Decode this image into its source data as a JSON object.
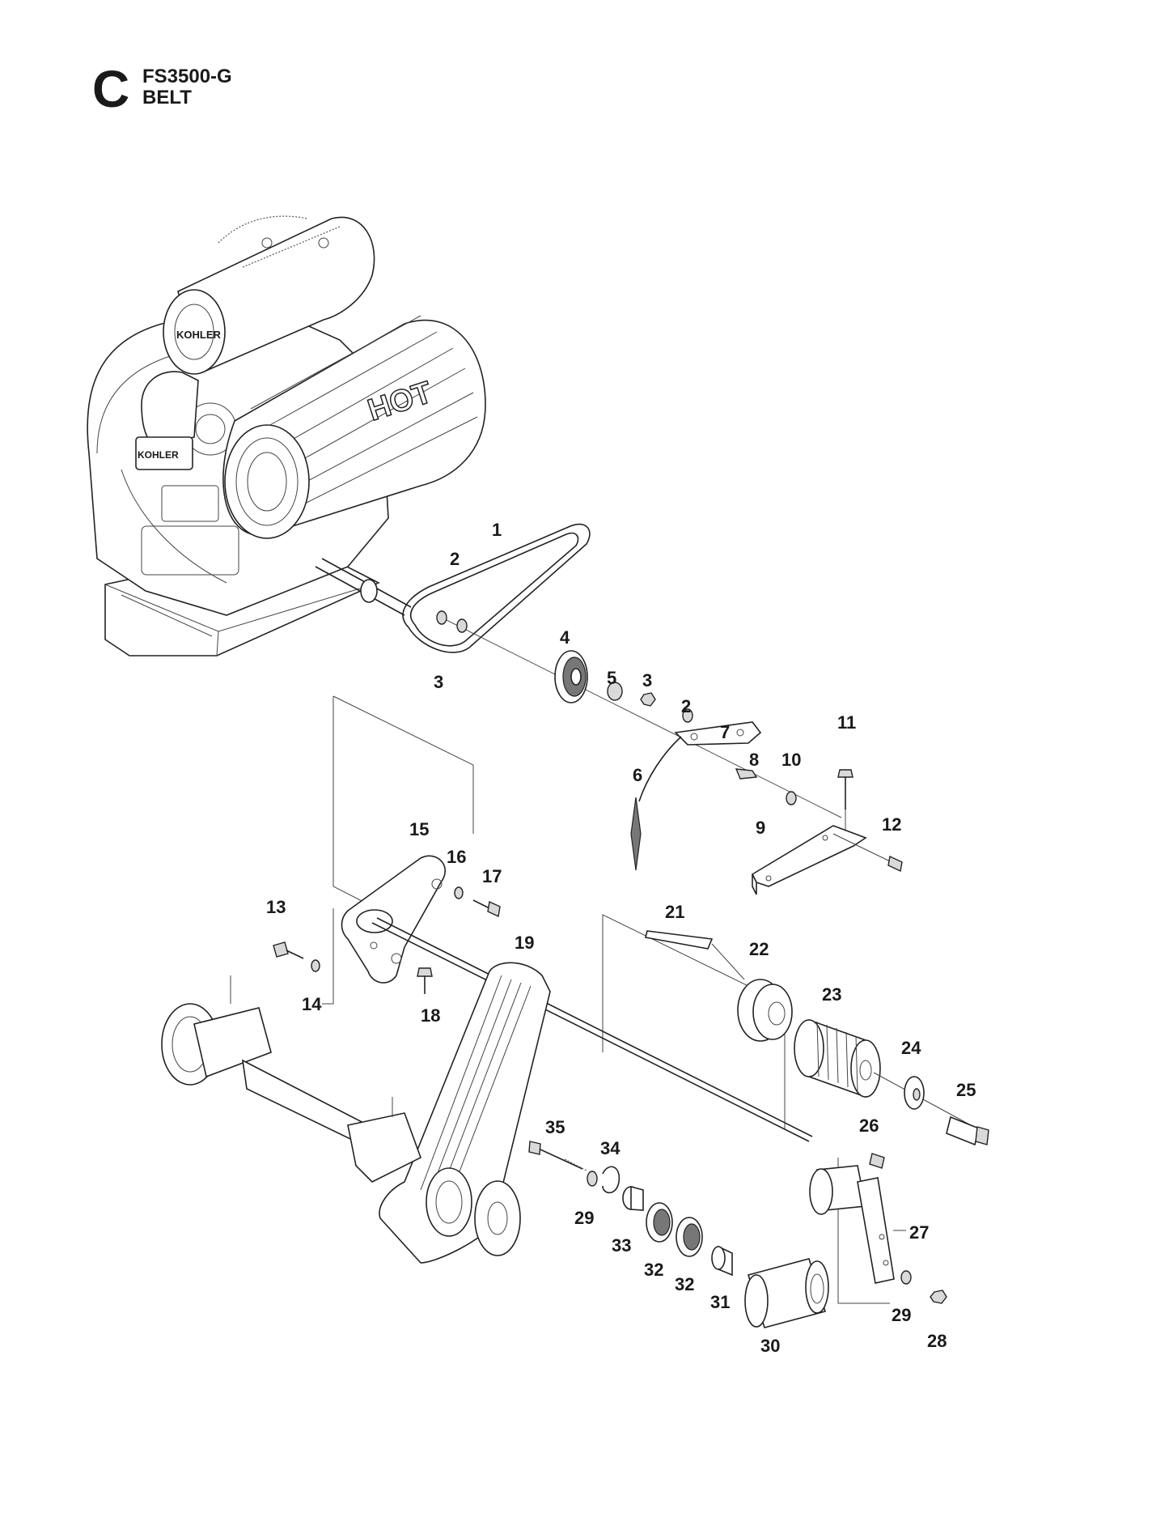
{
  "header": {
    "section": "C",
    "model": "FS3500-G",
    "name": "BELT"
  },
  "engine": {
    "labels": [
      "KOHLER",
      "KOHLER",
      "HOT"
    ]
  },
  "callouts": [
    "1",
    "2",
    "3",
    "4",
    "5",
    "3",
    "2",
    "7",
    "8",
    "6",
    "10",
    "11",
    "9",
    "12",
    "15",
    "16",
    "17",
    "13",
    "14",
    "18",
    "21",
    "19",
    "22",
    "23",
    "24",
    "25",
    "26",
    "35",
    "34",
    "29",
    "33",
    "32",
    "32",
    "31",
    "27",
    "30",
    "29",
    "28"
  ]
}
